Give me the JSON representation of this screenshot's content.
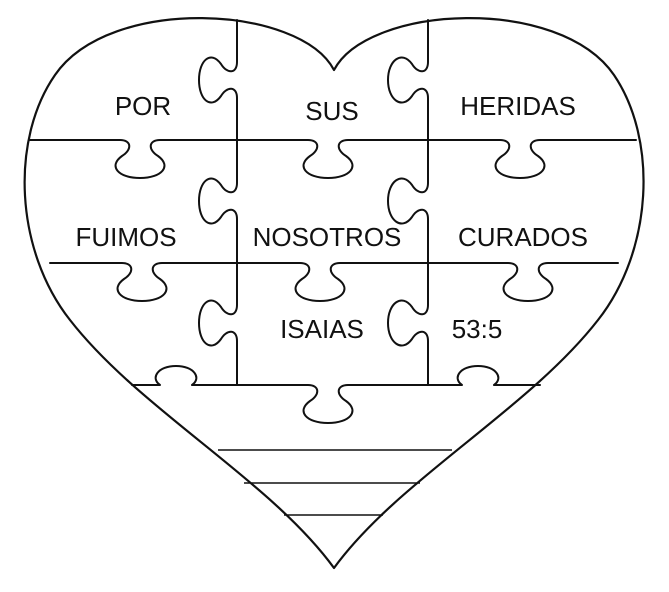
{
  "puzzle": {
    "words": {
      "r1c1": "POR",
      "r1c2": "SUS",
      "r1c3": "HERIDAS",
      "r2c1": "FUIMOS",
      "r2c2": "NOSOTROS",
      "r2c3": "CURADOS",
      "r3c2": "ISAIAS",
      "r3c3": "53:5"
    },
    "writing_lines": 3,
    "line_color": "#111111",
    "background": "#ffffff"
  }
}
